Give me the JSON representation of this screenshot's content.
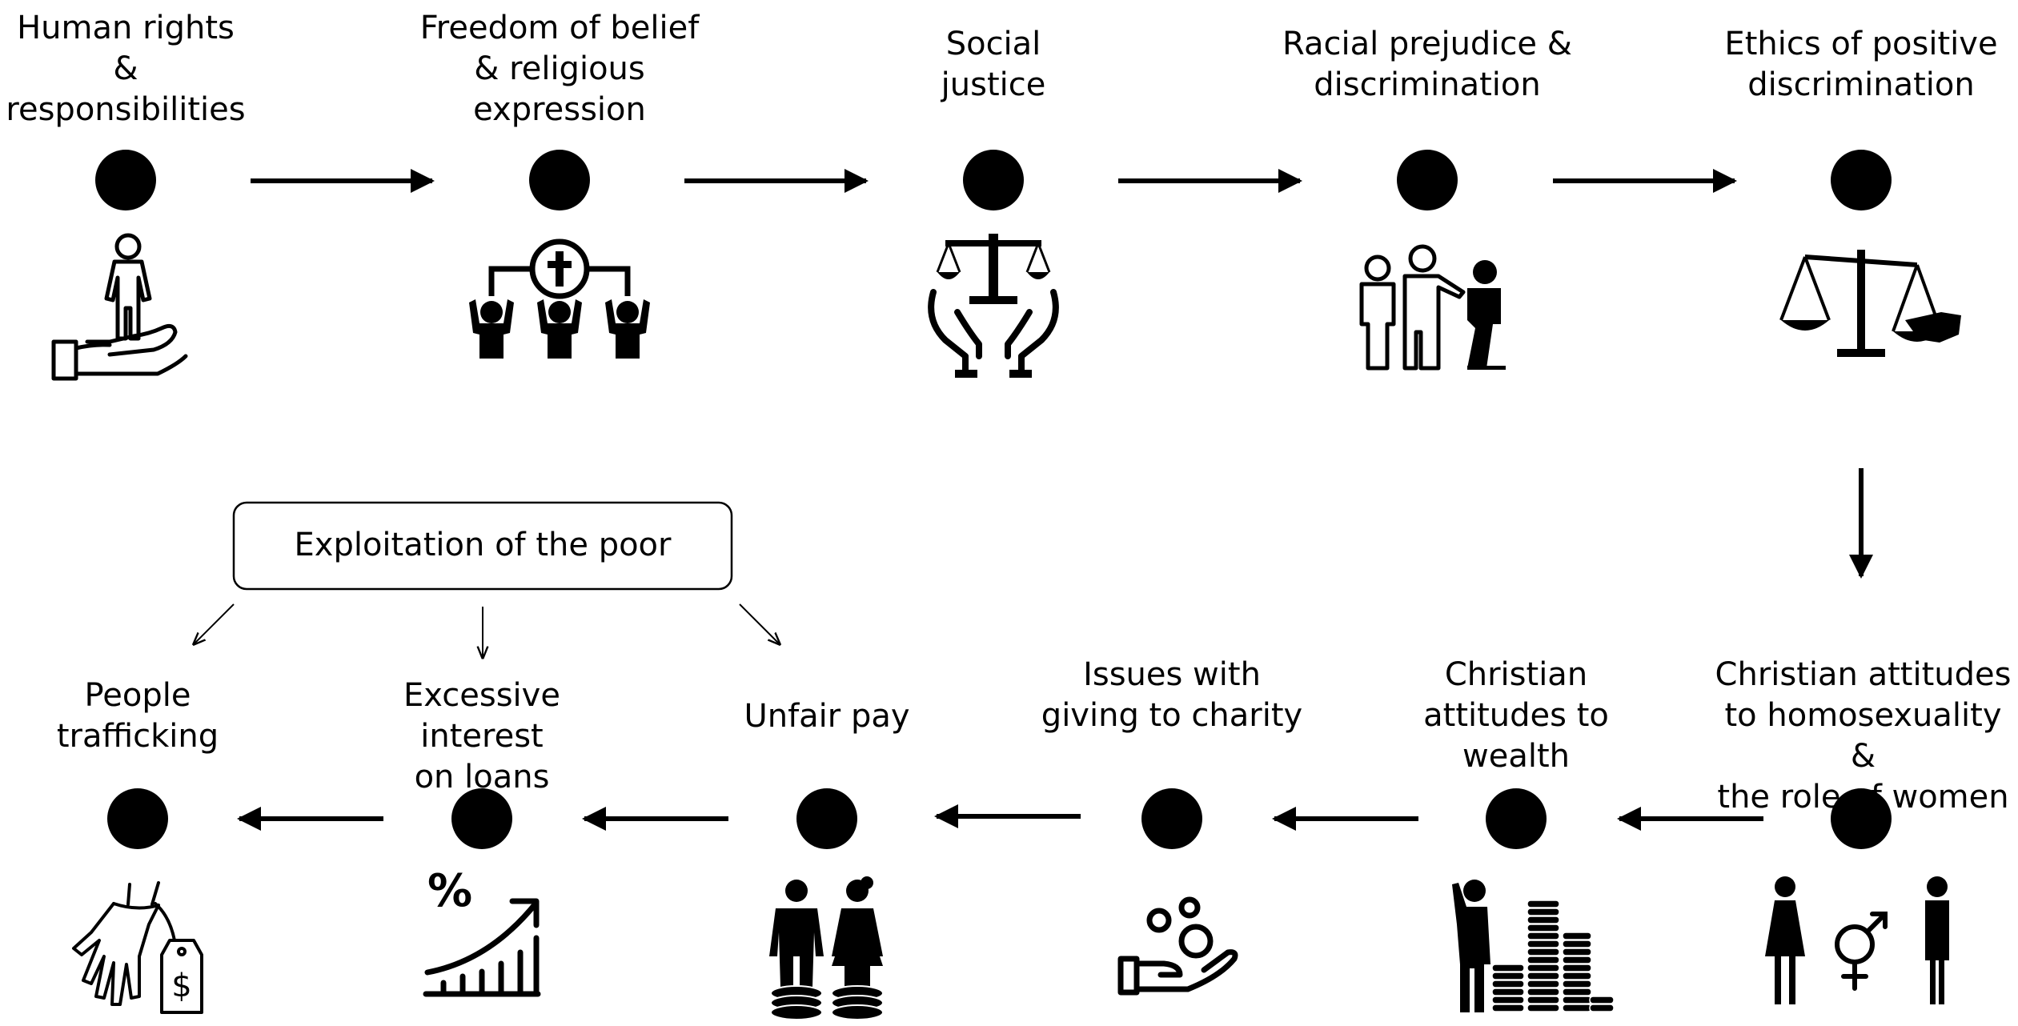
{
  "colors": {
    "ink": "#000000",
    "background": "#ffffff"
  },
  "box": {
    "label": "Exploitation of the poor"
  },
  "nodes": [
    {
      "id": "human-rights",
      "label": "Human rights\n&\nresponsibilities",
      "icon": "hand-holding-person-icon"
    },
    {
      "id": "freedom-belief",
      "label": "Freedom of belief\n& religious\nexpression",
      "icon": "religious-community-icon"
    },
    {
      "id": "social-justice",
      "label": "Social\njustice",
      "icon": "scales-in-hands-icon"
    },
    {
      "id": "racial-prejudice",
      "label": "Racial prejudice &\ndiscrimination",
      "icon": "discrimination-people-icon"
    },
    {
      "id": "positive-discrimination",
      "label": "Ethics of positive\ndiscrimination",
      "icon": "tipped-scales-icon"
    },
    {
      "id": "homosexuality-women",
      "label": "Christian attitudes\nto homosexuality &\nthe  role of women",
      "icon": "gender-symbols-icon"
    },
    {
      "id": "wealth",
      "label": "Christian\nattitudes to\nwealth",
      "icon": "man-with-coins-icon"
    },
    {
      "id": "charity",
      "label": "Issues with\ngiving to charity",
      "icon": "hand-giving-coins-icon"
    },
    {
      "id": "unfair-pay",
      "label": "Unfair pay",
      "icon": "unequal-pay-icon"
    },
    {
      "id": "interest-loans",
      "label": "Excessive interest\non loans",
      "icon": "rising-percentage-icon"
    },
    {
      "id": "trafficking",
      "label": "People\ntrafficking",
      "icon": "tied-hands-price-tag-icon"
    }
  ]
}
